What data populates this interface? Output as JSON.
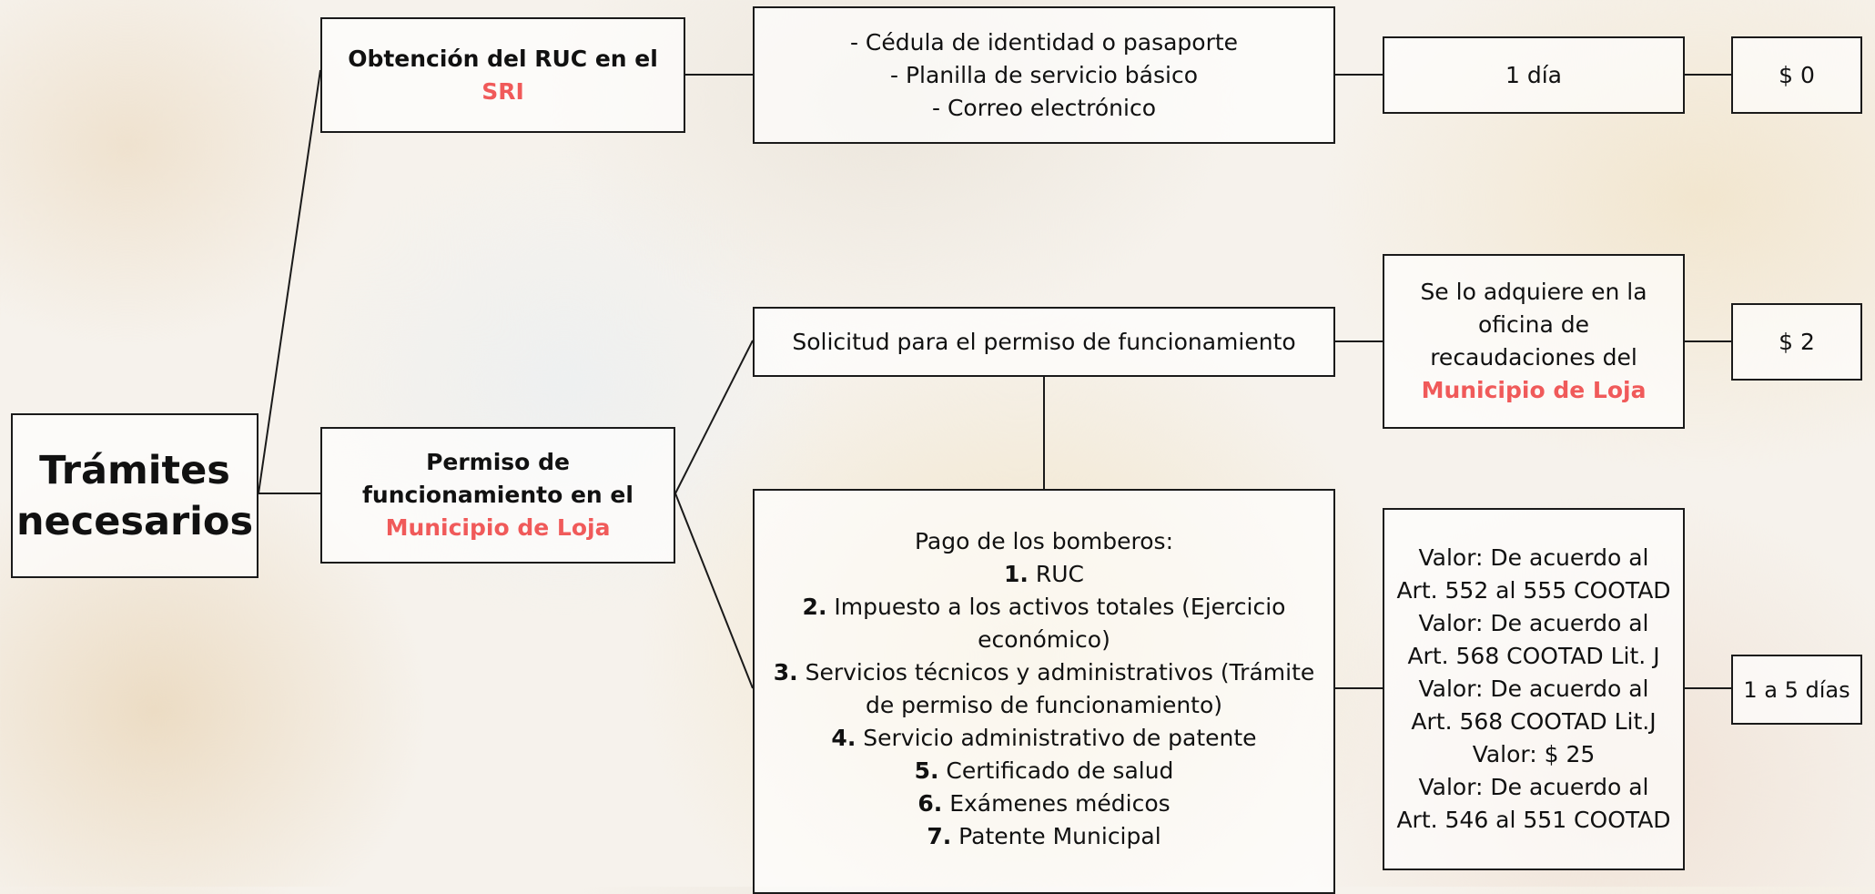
{
  "root": {
    "line1": "Trámites",
    "line2": "necesarios"
  },
  "branch_ruc": {
    "title": "Obtención del RUC en el",
    "title_accent": "SRI",
    "requirements": [
      "- Cédula de identidad o pasaporte",
      "- Planilla de servicio básico",
      "- Correo electrónico"
    ],
    "time": "1 día",
    "cost": "$ 0"
  },
  "branch_permiso": {
    "title_line1": "Permiso de",
    "title_line2": "funcionamiento en el",
    "title_accent": "Municipio de Loja",
    "solicitud": {
      "label": "Solicitud para el permiso de funcionamiento",
      "place_line1": "Se lo adquiere en la",
      "place_line2": "oficina de",
      "place_line3": "recaudaciones del",
      "place_accent": "Municipio de Loja",
      "cost": "$ 2"
    },
    "pagos": {
      "heading": "Pago de los bomberos:",
      "items": [
        {
          "num": "1.",
          "text": " RUC"
        },
        {
          "num": "2.",
          "text": " Impuesto a los activos totales (Ejercicio económico)"
        },
        {
          "num": "3.",
          "text": " Servicios técnicos y administrativos (Trámite de permiso de funcionamiento)"
        },
        {
          "num": "4.",
          "text": " Servicio administrativo de patente"
        },
        {
          "num": "5.",
          "text": " Certificado de salud"
        },
        {
          "num": "6.",
          "text": " Exámenes médicos"
        },
        {
          "num": "7.",
          "text": " Patente Municipal"
        }
      ],
      "values": [
        "Valor: De acuerdo al",
        "Art. 552 al 555 COOTAD",
        "Valor: De acuerdo al",
        "Art. 568 COOTAD Lit. J",
        "Valor: De acuerdo al",
        "Art. 568 COOTAD Lit.J",
        "Valor: $ 25",
        "Valor: De acuerdo al",
        "Art. 546 al 551 COOTAD"
      ],
      "time": "1 a 5 días"
    }
  }
}
